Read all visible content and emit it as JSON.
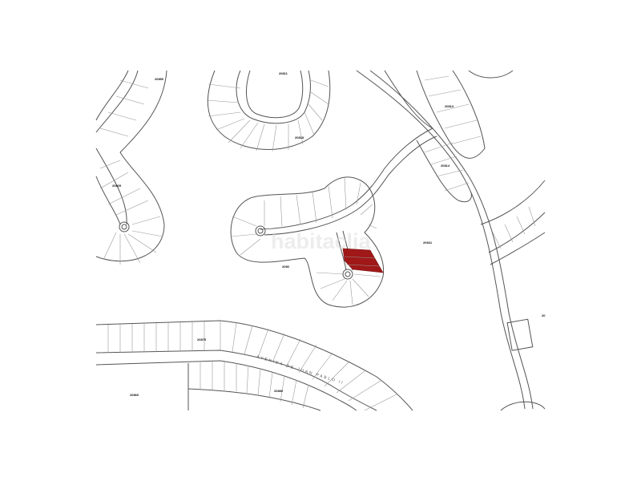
{
  "map": {
    "type": "cadastral plan",
    "street_name": "AVENIDA DE JUAN PABLO II",
    "parcel_labels": [
      "20850",
      "20811",
      "20818",
      "20805",
      "20813",
      "20814",
      "2080",
      "20841",
      "20875",
      "20860",
      "20880",
      "20"
    ],
    "highlight_color": "#a01818",
    "line_color": "#555555",
    "watermark": "habitaclia"
  }
}
